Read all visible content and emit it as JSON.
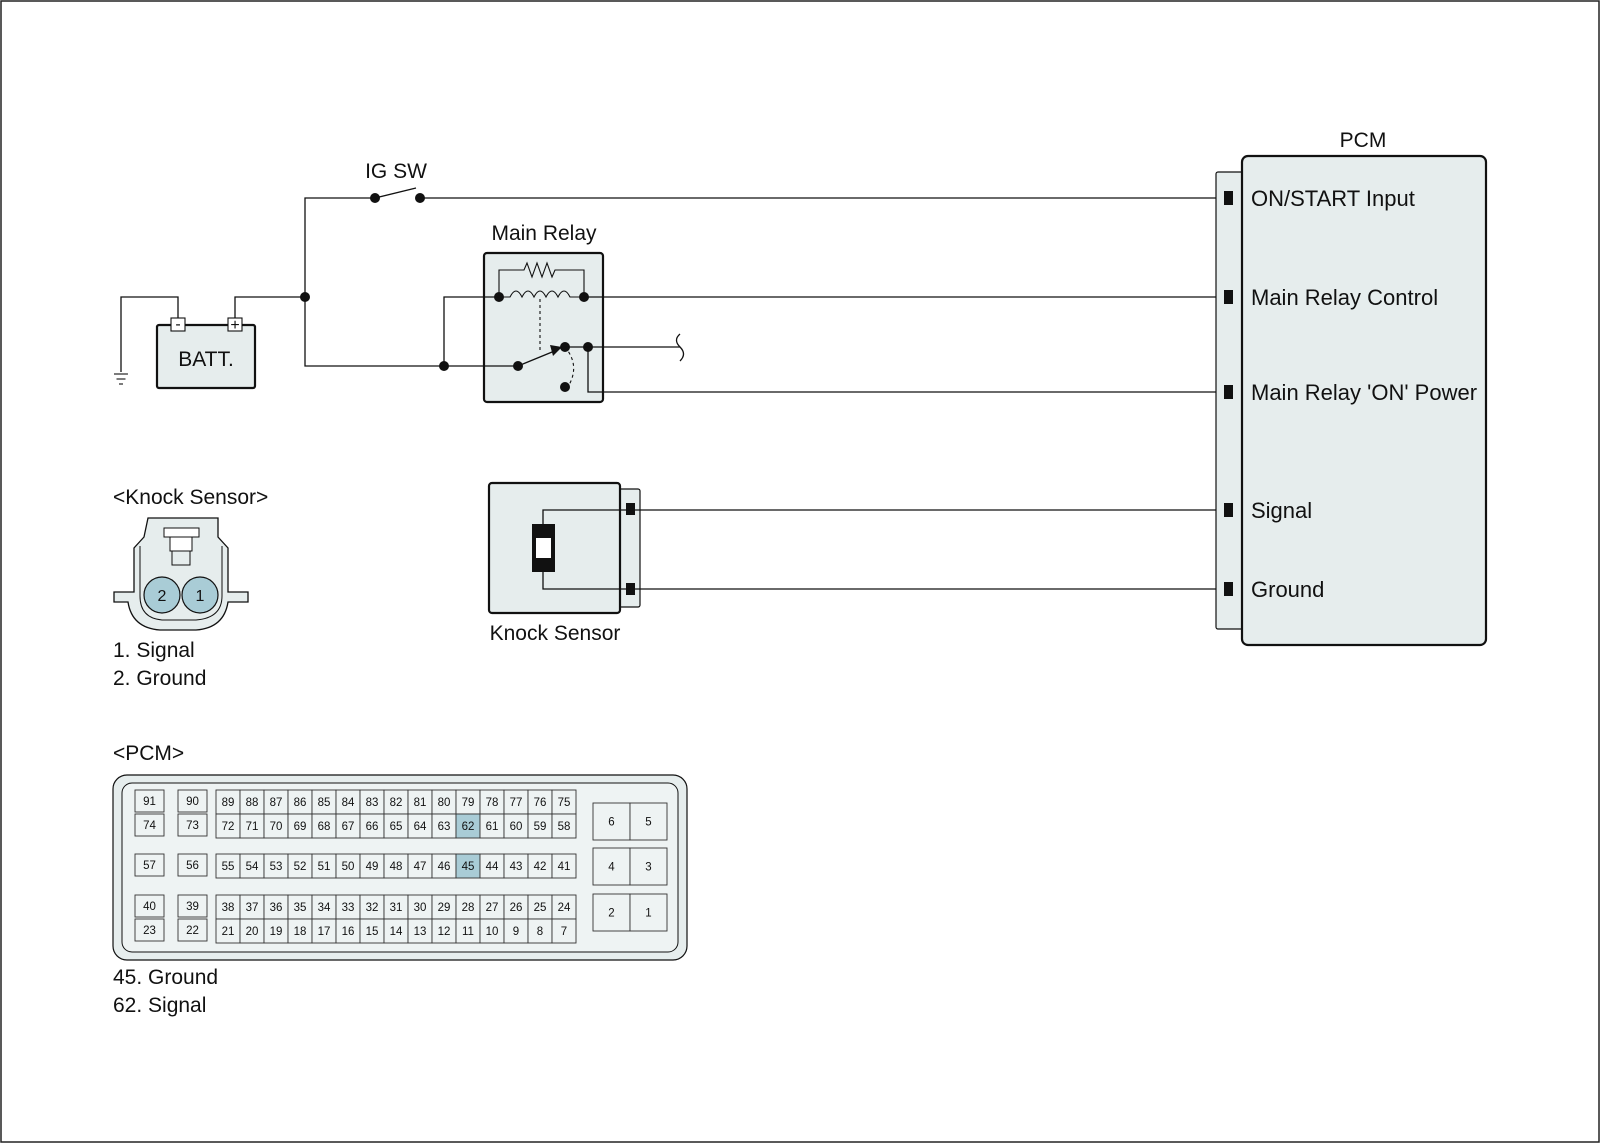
{
  "labels": {
    "ig_sw": "IG SW",
    "main_relay": "Main Relay",
    "batt": "BATT.",
    "batt_minus": "-",
    "batt_plus": "+",
    "pcm": "PCM",
    "knock_sensor": "Knock Sensor",
    "knock_sensor_conn_title": "<Knock Sensor>",
    "pcm_conn_title": "<PCM>"
  },
  "pcm_pins": [
    {
      "key": "on_start",
      "label": "ON/START Input"
    },
    {
      "key": "relay_ctrl",
      "label": "Main Relay Control"
    },
    {
      "key": "relay_on_power",
      "label": "Main Relay 'ON' Power"
    },
    {
      "key": "signal",
      "label": "Signal"
    },
    {
      "key": "ground",
      "label": "Ground"
    }
  ],
  "knock_connector": {
    "pins": [
      "2",
      "1"
    ],
    "legend": [
      "1. Signal",
      "2. Ground"
    ]
  },
  "pcm_connector": {
    "legend": [
      "45. Ground",
      "62. Signal"
    ],
    "highlighted": [
      "62",
      "45"
    ],
    "left_singles": [
      [
        "91",
        "90"
      ],
      [
        "74",
        "73"
      ],
      [
        "57",
        "56"
      ],
      [
        "40",
        "39"
      ],
      [
        "23",
        "22"
      ]
    ],
    "row_top_1": [
      "89",
      "88",
      "87",
      "86",
      "85",
      "84",
      "83",
      "82",
      "81",
      "80",
      "79",
      "78",
      "77",
      "76",
      "75"
    ],
    "row_top_2": [
      "72",
      "71",
      "70",
      "69",
      "68",
      "67",
      "66",
      "65",
      "64",
      "63",
      "62",
      "61",
      "60",
      "59",
      "58"
    ],
    "row_mid": [
      "55",
      "54",
      "53",
      "52",
      "51",
      "50",
      "49",
      "48",
      "47",
      "46",
      "45",
      "44",
      "43",
      "42",
      "41"
    ],
    "row_bot_1": [
      "38",
      "37",
      "36",
      "35",
      "34",
      "33",
      "32",
      "31",
      "30",
      "29",
      "28",
      "27",
      "26",
      "25",
      "24"
    ],
    "row_bot_2": [
      "21",
      "20",
      "19",
      "18",
      "17",
      "16",
      "15",
      "14",
      "13",
      "12",
      "11",
      "10",
      "9",
      "8",
      "7"
    ],
    "right_block": [
      [
        "6",
        "5"
      ],
      [
        "4",
        "3"
      ],
      [
        "2",
        "1"
      ]
    ]
  }
}
